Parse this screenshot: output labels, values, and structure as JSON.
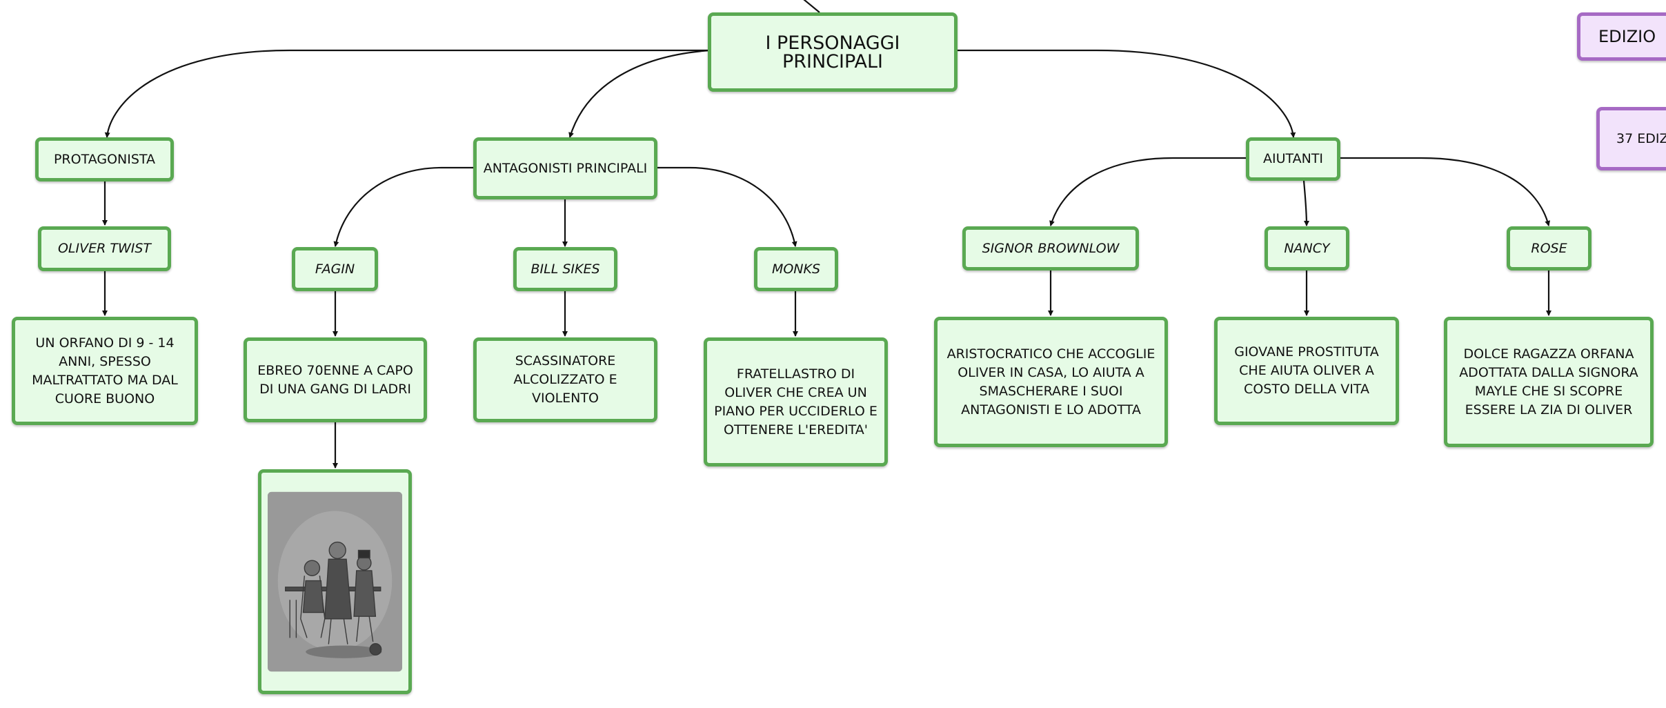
{
  "root": {
    "label": "I PERSONAGGI PRINCIPALI"
  },
  "groups": {
    "protagonist": {
      "label": "PROTAGONISTA"
    },
    "antagonists": {
      "label": "ANTAGONISTI PRINCIPALI"
    },
    "helpers": {
      "label": "AIUTANTI"
    }
  },
  "characters": {
    "oliver": {
      "name": "OLIVER TWIST",
      "description": "UN ORFANO DI 9 - 14 ANNI, SPESSO MALTRATTATO MA DAL CUORE BUONO"
    },
    "fagin": {
      "name": "FAGIN",
      "description": "EBREO 70ENNE A CAPO DI UNA GANG DI LADRI"
    },
    "bill_sikes": {
      "name": "BILL SIKES",
      "description": "SCASSINATORE ALCOLIZZATO E VIOLENTO"
    },
    "monks": {
      "name": "MONKS",
      "description": "FRATELLASTRO DI OLIVER CHE CREA UN PIANO PER UCCIDERLO E OTTENERE L'EREDITA'"
    },
    "brownlow": {
      "name": "SIGNOR BROWNLOW",
      "description": "ARISTOCRATICO CHE ACCOGLIE OLIVER IN CASA, LO AIUTA A SMASCHERARE I SUOI ANTAGONISTI E LO ADOTTA"
    },
    "nancy": {
      "name": "NANCY",
      "description": "GIOVANE PROSTITUTA CHE AIUTA OLIVER A COSTO DELLA VITA"
    },
    "rose": {
      "name": "ROSE",
      "description": "DOLCE RAGAZZA ORFANA ADOTTATA DALLA SIGNORA MAYLE CHE SI SCOPRE ESSERE LA ZIA DI OLIVER"
    }
  },
  "side_nodes": {
    "editions": {
      "label": "EDIZIO"
    },
    "edition_count": {
      "label": "37 EDIZ"
    }
  },
  "colors": {
    "node_fill": "#e6fbe6",
    "node_border": "#5aa952",
    "side_fill": "#f2e3fb",
    "side_border": "#a66ac4",
    "edge": "#111111"
  },
  "icons": {
    "fagin_illustration": "engraving-illustration"
  }
}
